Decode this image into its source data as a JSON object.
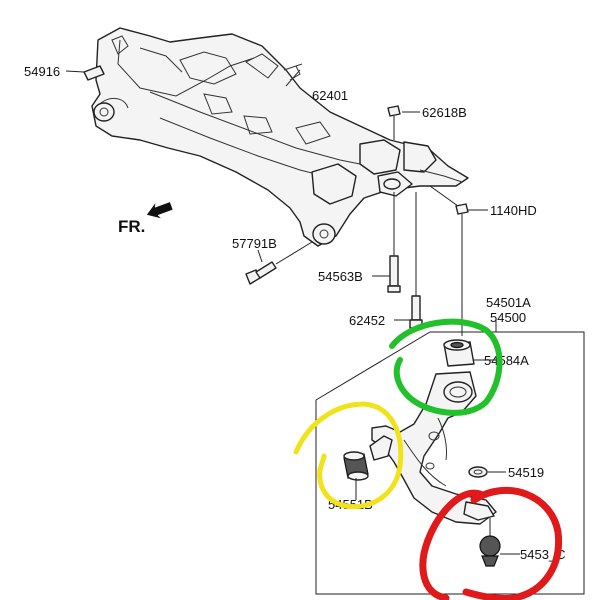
{
  "diagram": {
    "direction_label": "FR.",
    "parts": {
      "p54916": "54916",
      "p62401": "62401",
      "p62618B": "62618B",
      "p1140HD": "1140HD",
      "p57791B": "57791B",
      "p54563B": "54563B",
      "p62452": "62452",
      "p54501A": "54501A",
      "p54500": "54500",
      "p54584A": "54584A",
      "p54519": "54519",
      "p54551B_partial": "54551B",
      "p54530C_partial": "5453_C"
    }
  },
  "annotations": {
    "green_color": "#22c02a",
    "yellow_color": "#f2e21a",
    "red_color": "#e01a1a"
  }
}
